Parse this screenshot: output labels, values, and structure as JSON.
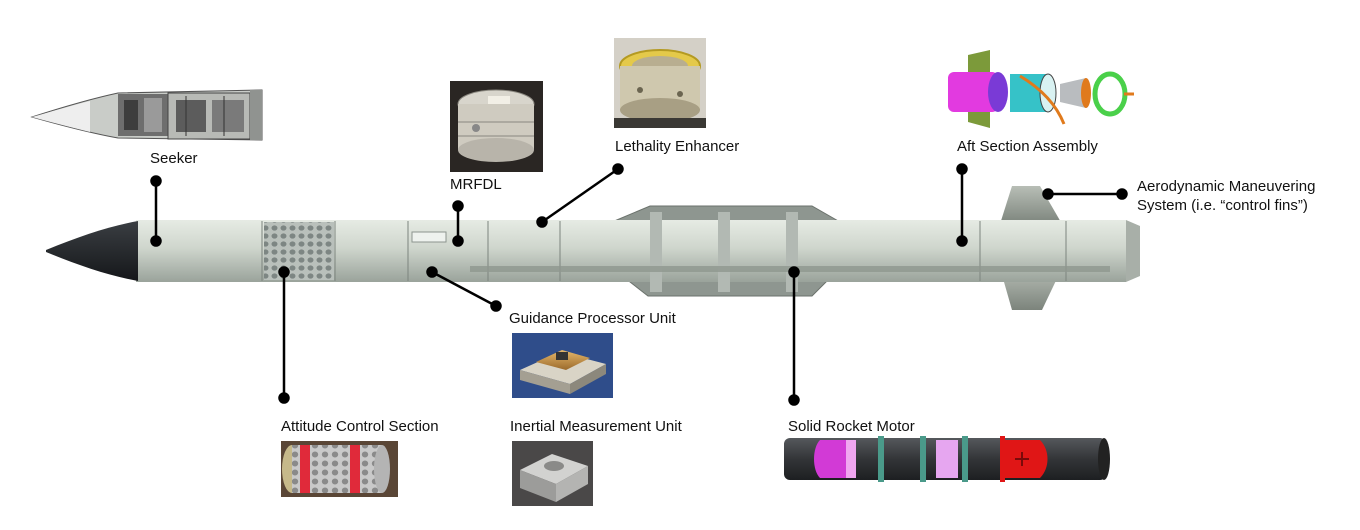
{
  "labels": {
    "seeker": "Seeker",
    "mrfdl": "MRFDL",
    "lethality": "Lethality Enhancer",
    "aft": "Aft Section Assembly",
    "aero_line1": "Aerodynamic Maneuvering",
    "aero_line2": "System (i.e. “control fins”)",
    "gpu": "Guidance Processor Unit",
    "attitude": "Attitude Control Section",
    "imu": "Inertial Measurement Unit",
    "srm": "Solid Rocket Motor"
  },
  "colors": {
    "missile_body": "#c9cfc8",
    "nose": "#2a2d30",
    "leader": "#000000",
    "rocket_motor_body": "#3a3c3f",
    "rocket_motor_magenta": "#d23ad6",
    "rocket_motor_red": "#e01616",
    "aft_assembly_accent": "#e23ae0"
  }
}
